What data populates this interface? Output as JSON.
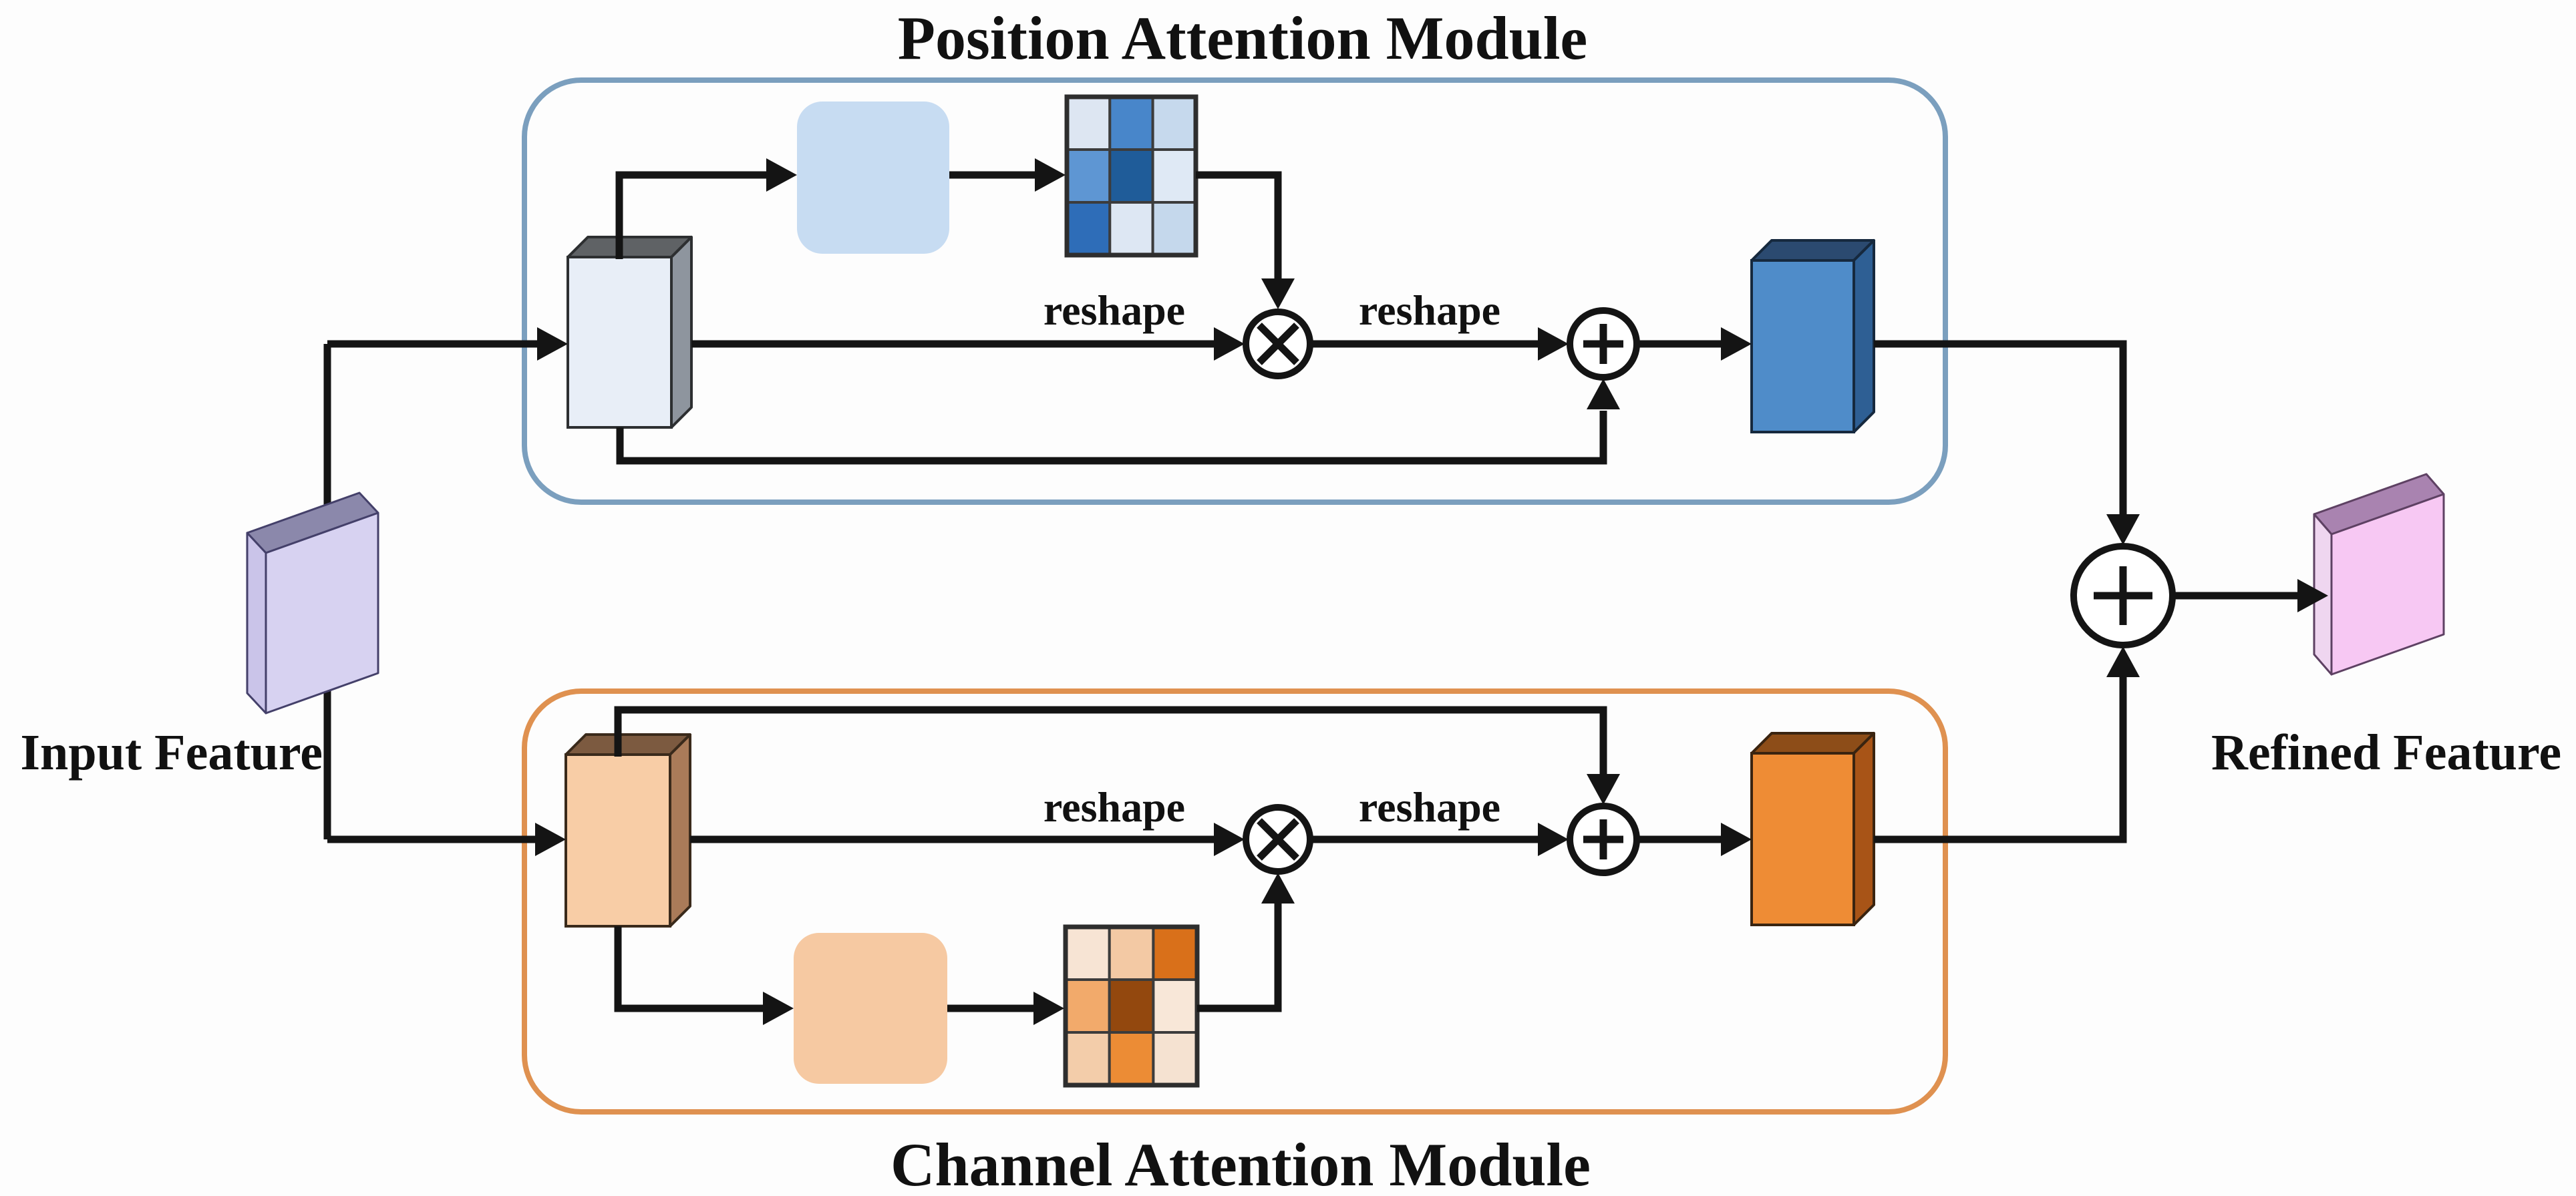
{
  "module_top": {
    "title": "Position Attention Module",
    "border_color": "#7b9fbe",
    "square_color": "#c7dcf2",
    "input_cube": {
      "front": "#e8eef7",
      "top": "#5f6265",
      "side": "#8e959e",
      "edge": "#2d2f31"
    },
    "output_cube": {
      "front": "#4f8cc9",
      "top": "#2b4a70",
      "side": "#2e5f94",
      "edge": "#16293e"
    },
    "attention_matrix": {
      "edge": "#2e2e2e",
      "cells": [
        [
          "#dde6f2",
          "#4886ca",
          "#c6d9ed"
        ],
        [
          "#5e96d3",
          "#1f5c99",
          "#dfe9f5"
        ],
        [
          "#2e6db8",
          "#dde7f3",
          "#c5d8ec"
        ]
      ]
    }
  },
  "module_bottom": {
    "title": "Channel Attention Module",
    "border_color": "#df9150",
    "square_color": "#f6c9a2",
    "input_cube": {
      "front": "#f8cda6",
      "top": "#7c5a40",
      "side": "#aa7b59",
      "edge": "#3a2a1b"
    },
    "output_cube": {
      "front": "#ee8c35",
      "top": "#8d4d18",
      "side": "#a85417",
      "edge": "#3a2410"
    },
    "attention_matrix": {
      "edge": "#2e2e2e",
      "cells": [
        [
          "#f7e4d4",
          "#f3c9a4",
          "#d9701a"
        ],
        [
          "#f2aa6b",
          "#93480e",
          "#f8e7d8"
        ],
        [
          "#f3cdaa",
          "#ec8c35",
          "#f5e2d1"
        ]
      ]
    }
  },
  "io": {
    "input_label": "Input Feature",
    "output_label": "Refined Feature",
    "input_slab": {
      "front": "#d7d2f1",
      "top": "#8b88ab",
      "side": "#cac4e9",
      "edge": "#44406a"
    },
    "output_slab": {
      "front": "#f7c8f3",
      "top": "#a983b0",
      "side": "#efd6f0",
      "edge": "#5e4163"
    }
  },
  "ops": {
    "reshape_label": "reshape",
    "multiply_icon": "circled-times",
    "add_icon": "circled-plus"
  },
  "line_color": "#141414"
}
